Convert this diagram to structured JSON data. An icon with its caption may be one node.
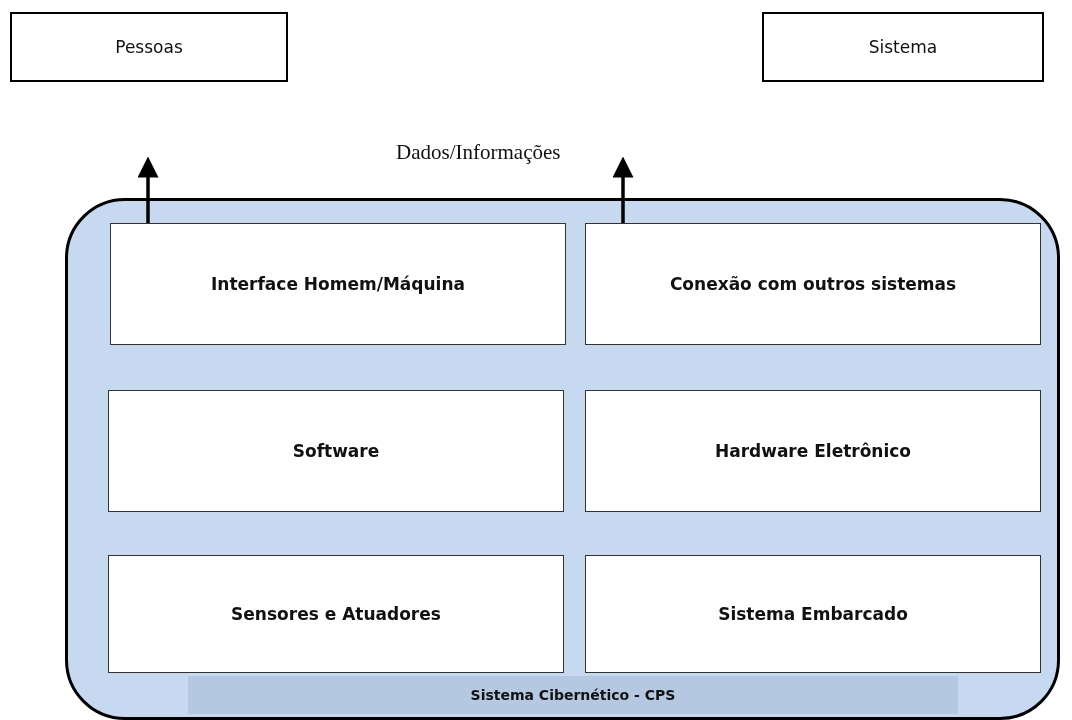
{
  "diagram": {
    "nodes": [
      {
        "text": [
          "Pessoas"
        ]
      },
      {
        "text": [
          "Sistema"
        ]
      },
      {
        "text": [
          "Sistema Cibernético - CPS"
        ]
      },
      {
        "text": [
          "Interface Homem/Máquina"
        ],
        "in": 2
      },
      {
        "text": [
          "Conexão com outros sistemas"
        ],
        "in": 2
      },
      {
        "text": [
          "Software"
        ],
        "in": 2
      },
      {
        "text": [
          "Hardware Eletrônico"
        ],
        "in": 2
      },
      {
        "text": [
          "Sensores e Atuadores"
        ],
        "in": 2
      },
      {
        "text": [
          "Sistema Embarcado"
        ],
        "in": 2
      }
    ],
    "edges": [
      {
        "from": 3,
        "to": null,
        "arrow": "to"
      },
      {
        "from": 4,
        "to": null,
        "arrow": "to"
      }
    ],
    "labels": [
      "Dados/Informações"
    ]
  }
}
